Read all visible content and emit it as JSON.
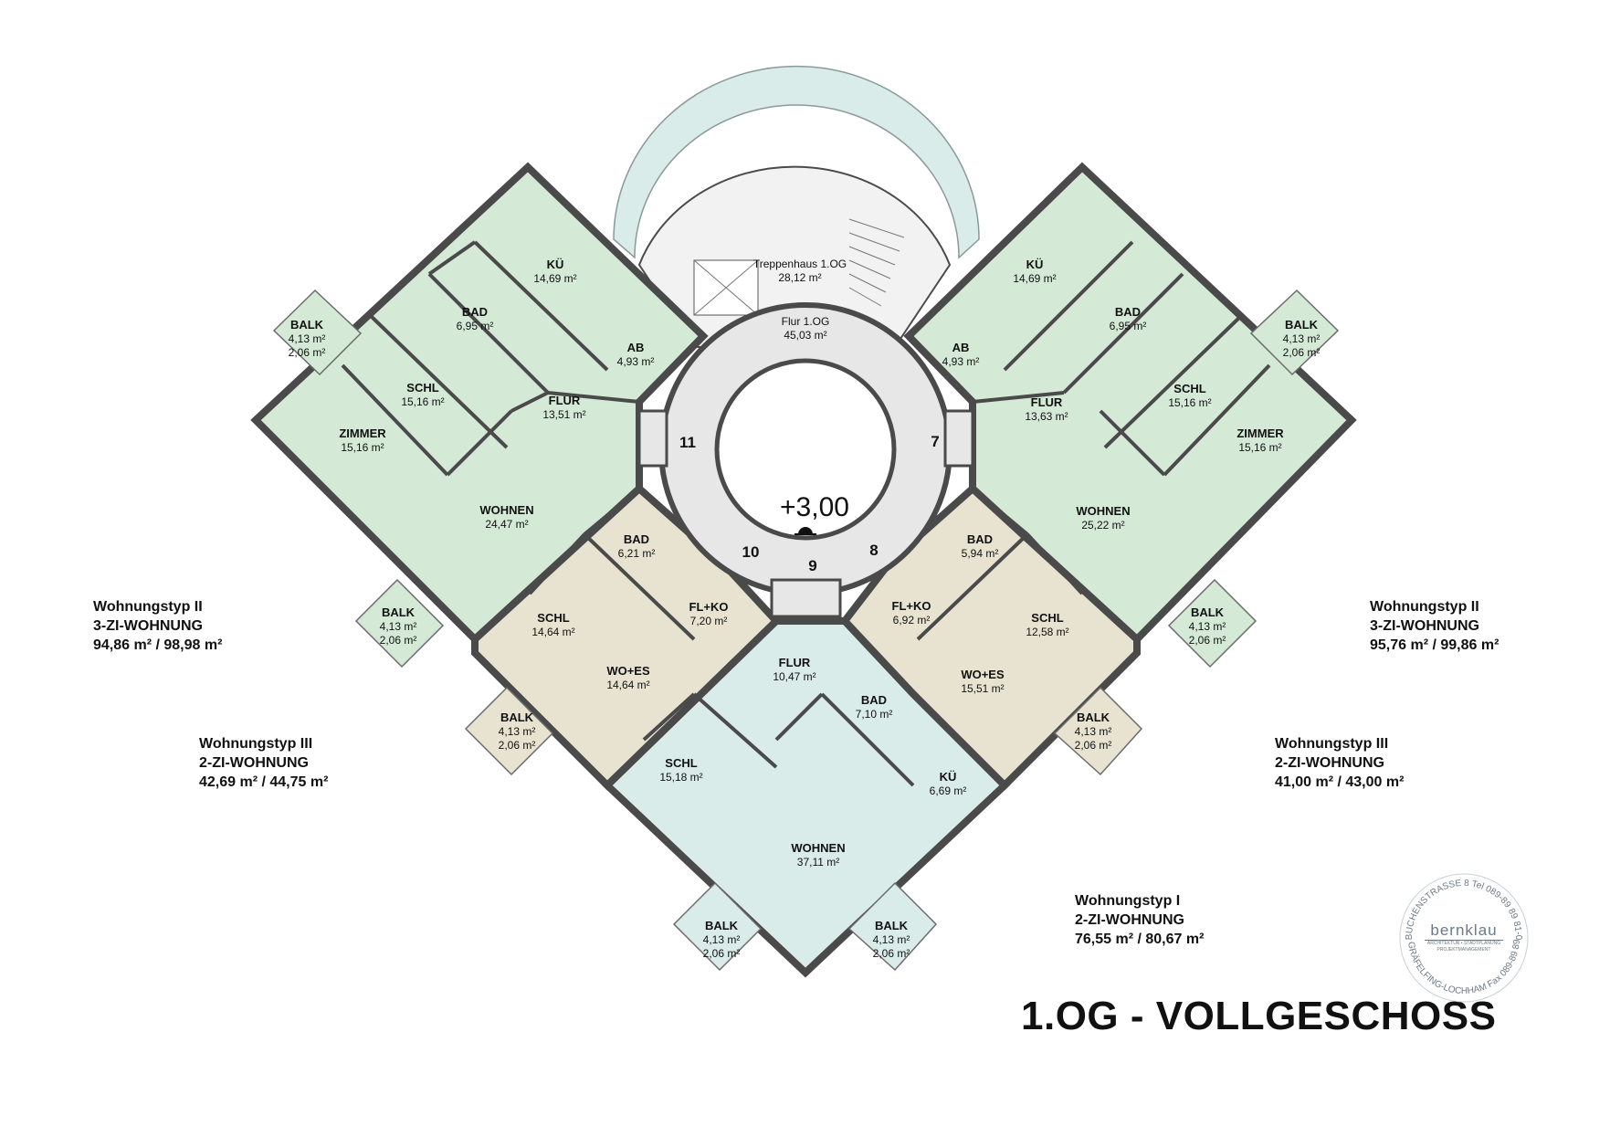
{
  "title": "1.OG - VOLLGESCHOSS",
  "elevation": "+3,00",
  "colors": {
    "green": "#d4ead7",
    "beige": "#e7e3d0",
    "mint": "#daecea",
    "wall": "#4a4a4a",
    "corridor": "#e6e7e6",
    "outline": "#6b7a86"
  },
  "unit_numbers": [
    "11",
    "7",
    "10",
    "9",
    "8"
  ],
  "rooms": [
    {
      "name": "KÜ",
      "area": "14,69 m²"
    },
    {
      "name": "Treppenhaus 1.OG",
      "area": "28,12 m²"
    },
    {
      "name": "KÜ",
      "area": "14,69 m²"
    },
    {
      "name": "BALK",
      "area": "4,13 m²",
      "area2": "2,06 m²"
    },
    {
      "name": "BAD",
      "area": "6,95 m²"
    },
    {
      "name": "Flur 1.OG",
      "area": "45,03 m²"
    },
    {
      "name": "BAD",
      "area": "6,95 m²"
    },
    {
      "name": "BALK",
      "area": "4,13 m²",
      "area2": "2,06 m²"
    },
    {
      "name": "AB",
      "area": "4,93 m²"
    },
    {
      "name": "AB",
      "area": "4,93 m²"
    },
    {
      "name": "SCHL",
      "area": "15,16 m²"
    },
    {
      "name": "FLUR",
      "area": "13,51 m²"
    },
    {
      "name": "FLUR",
      "area": "13,63 m²"
    },
    {
      "name": "SCHL",
      "area": "15,16 m²"
    },
    {
      "name": "ZIMMER",
      "area": "15,16 m²"
    },
    {
      "name": "ZIMMER",
      "area": "15,16 m²"
    },
    {
      "name": "WOHNEN",
      "area": "24,47 m²"
    },
    {
      "name": "WOHNEN",
      "area": "25,22 m²"
    },
    {
      "name": "BAD",
      "area": "6,21 m²"
    },
    {
      "name": "BAD",
      "area": "5,94 m²"
    },
    {
      "name": "BALK",
      "area": "4,13 m²",
      "area2": "2,06 m²"
    },
    {
      "name": "FL+KO",
      "area": "7,20 m²"
    },
    {
      "name": "FL+KO",
      "area": "6,92 m²"
    },
    {
      "name": "SCHL",
      "area": "14,64 m²"
    },
    {
      "name": "SCHL",
      "area": "12,58 m²"
    },
    {
      "name": "BALK",
      "area": "4,13 m²",
      "area2": "2,06 m²"
    },
    {
      "name": "FLUR",
      "area": "10,47 m²"
    },
    {
      "name": "WO+ES",
      "area": "14,64 m²"
    },
    {
      "name": "WO+ES",
      "area": "15,51 m²"
    },
    {
      "name": "BAD",
      "area": "7,10 m²"
    },
    {
      "name": "BALK",
      "area": "4,13 m²",
      "area2": "2,06 m²"
    },
    {
      "name": "BALK",
      "area": "4,13 m²",
      "area2": "2,06 m²"
    },
    {
      "name": "SCHL",
      "area": "15,18 m²"
    },
    {
      "name": "KÜ",
      "area": "6,69 m²"
    },
    {
      "name": "WOHNEN",
      "area": "37,11 m²"
    },
    {
      "name": "BALK",
      "area": "4,13 m²",
      "area2": "2,06 m²"
    },
    {
      "name": "BALK",
      "area": "4,13 m²",
      "area2": "2,06 m²"
    }
  ],
  "apartments": [
    {
      "type": "Wohnungstyp II",
      "name": "3-ZI-WOHNUNG",
      "area": "94,86 m² / 98,98 m²"
    },
    {
      "type": "Wohnungstyp II",
      "name": "3-ZI-WOHNUNG",
      "area": "95,76 m² / 99,86 m²"
    },
    {
      "type": "Wohnungstyp III",
      "name": "2-ZI-WOHNUNG",
      "area": "42,69 m² / 44,75 m²"
    },
    {
      "type": "Wohnungstyp III",
      "name": "2-ZI-WOHNUNG",
      "area": "41,00 m² / 43,00 m²"
    },
    {
      "type": "Wohnungstyp I",
      "name": "2-ZI-WOHNUNG",
      "area": "76,55  m² / 80,67 m²"
    }
  ],
  "stamp": {
    "brand": "bernklau",
    "sub1": "ARCHITEKTUR • STADTPLANUNG",
    "sub2": "PROJEKTMANAGEMENT",
    "ring_top": "BUCHENSTRASSE 8 Tel 089-89 89 81-0",
    "ring_bottom": "82166 GRÄFELFING-LOCHHAM Fax 089-89 89 81 81"
  }
}
